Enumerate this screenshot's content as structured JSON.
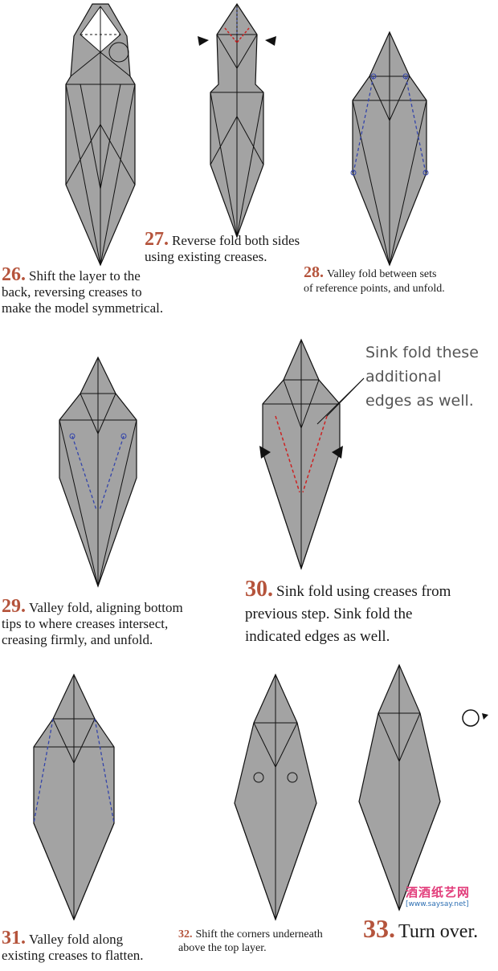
{
  "steps": [
    {
      "id": 26,
      "number": "26.",
      "text": [
        "Shift the layer to the",
        "back, reversing creases to",
        "make the model symmetrical."
      ]
    },
    {
      "id": 27,
      "number": "27.",
      "text": [
        "Reverse fold both sides",
        "using existing creases."
      ]
    },
    {
      "id": 28,
      "number": "28.",
      "text": [
        "Valley fold between sets",
        "of reference points, and unfold."
      ]
    },
    {
      "id": 29,
      "number": "29.",
      "text": [
        "Valley fold, aligning bottom",
        "tips to where creases intersect,",
        "creasing firmly, and unfold."
      ]
    },
    {
      "id": 30,
      "number": "30.",
      "text": [
        "Sink fold using creases from",
        "previous step. Sink fold the",
        "indicated edges as well."
      ]
    },
    {
      "id": 31,
      "number": "31.",
      "text": [
        "Valley fold along",
        "existing creases to flatten."
      ]
    },
    {
      "id": 32,
      "number": "32.",
      "text": [
        "Shift the corners underneath",
        "above the top layer."
      ]
    },
    {
      "id": 33,
      "number": "33.",
      "text": [
        "Turn over."
      ]
    }
  ],
  "callout": [
    "Sink fold these",
    "additional",
    "edges as well."
  ],
  "watermark": {
    "cn": "酒酒纸艺网",
    "url": "[www.saysay.net]"
  },
  "colors": {
    "paper": "#a3a3a3",
    "number": "#b5543c",
    "valley": "#3344aa",
    "mountain": "#cc2222"
  }
}
